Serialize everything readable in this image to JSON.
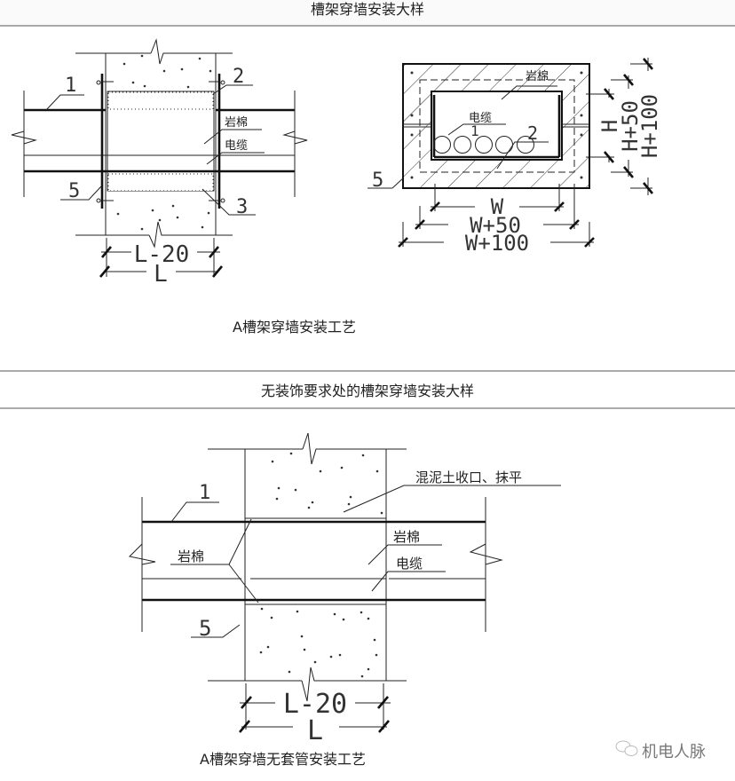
{
  "section1": {
    "title": "槽架穿墙安装大样",
    "caption": "A槽架穿墙安装工艺",
    "side_view": {
      "labels": {
        "n1": "1",
        "n2": "2",
        "n3": "3",
        "n5": "5",
        "rockwool": "岩棉",
        "cable": "电缆"
      },
      "dims": {
        "inner": "L-20",
        "outer": "L"
      }
    },
    "section_view": {
      "labels": {
        "rockwool": "岩棉",
        "cable": "电缆",
        "n1": "1",
        "n2": "2",
        "n5": "5"
      },
      "dims": {
        "w": "W",
        "w50": "W+50",
        "w100": "W+100",
        "h": "H",
        "h50": "H+50",
        "h100": "H+100"
      }
    }
  },
  "section2": {
    "title": "无装饰要求处的槽架穿墙安装大样",
    "caption": "A槽架穿墙无套管安装工艺",
    "labels": {
      "concrete": "混泥土收口、抹平",
      "rockwool_right": "岩棉",
      "cable": "电缆",
      "rockwool_left": "岩棉",
      "n1": "1",
      "n5": "5"
    },
    "dims": {
      "inner": "L-20",
      "outer": "L"
    }
  },
  "watermark": {
    "text": "机电人脉",
    "icon": "wechat-icon"
  }
}
